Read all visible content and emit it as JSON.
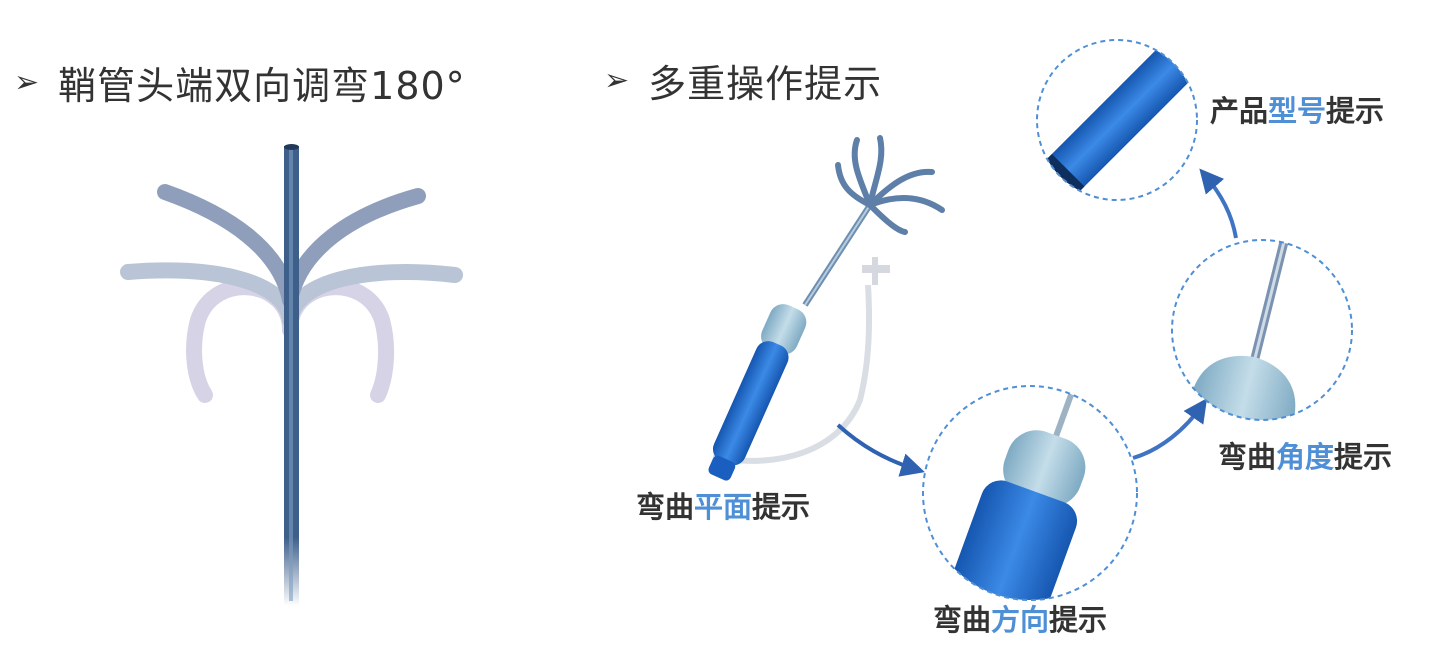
{
  "left_heading": {
    "bullet": "➢",
    "text": "鞘管头端双向调弯180°"
  },
  "right_heading": {
    "bullet": "➢",
    "text": "多重操作提示"
  },
  "callouts": {
    "plane": {
      "prefix": "弯曲",
      "highlight": "平面",
      "suffix": "提示"
    },
    "direction": {
      "prefix": "弯曲",
      "highlight": "方向",
      "suffix": "提示"
    },
    "angle": {
      "prefix": "弯曲",
      "highlight": "角度",
      "suffix": "提示"
    },
    "model": {
      "prefix": "产品",
      "highlight": "型号",
      "suffix": "提示"
    }
  },
  "colors": {
    "highlight": "#4f8fd6",
    "arrow": "#2f62b0",
    "sheath": "#3e5f8a",
    "handle_blue": "#1f6fd1",
    "handle_light": "#9fc3d6",
    "dashed_circle": "#4f8fd6"
  }
}
